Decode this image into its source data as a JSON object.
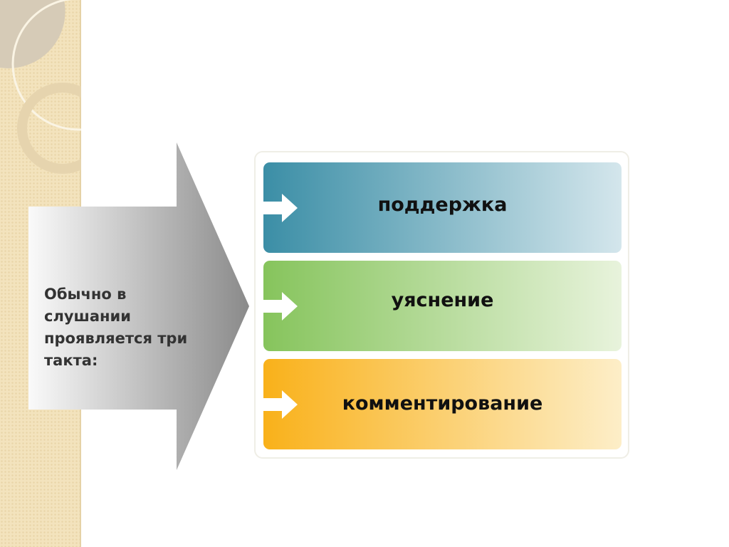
{
  "left_text": "Обычно в слушании проявляется три такта:",
  "items": [
    {
      "label": "поддержка",
      "color": "#3b8ea6"
    },
    {
      "label": "уяснение",
      "color": "#86c45c"
    },
    {
      "label": "комментирование",
      "color": "#f9b11a"
    }
  ]
}
